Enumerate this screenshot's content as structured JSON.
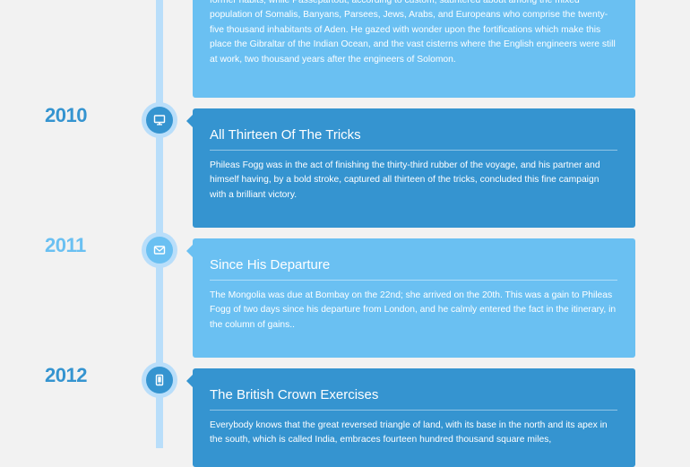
{
  "timeline": {
    "top_entry": {
      "body": "former habits; while Passepartout, according to custom, sauntered about among the mixed population of Somalis, Banyans, Parsees, Jews, Arabs, and Europeans who comprise the twenty-five thousand inhabitants of Aden. He gazed with wonder upon the fortifications which make this place the Gibraltar of the Indian Ocean, and the vast cisterns where the English engineers were still at work, two thousand years after the engineers of Solomon."
    },
    "entries": [
      {
        "year": "2010",
        "icon": "monitor-icon",
        "title": "All Thirteen Of The Tricks",
        "body": "Phileas Fogg was in the act of finishing the thirty-third rubber of the voyage, and his partner and himself having, by a bold stroke, captured all thirteen of the tricks, concluded this fine campaign with a brilliant victory."
      },
      {
        "year": "2011",
        "icon": "envelope-icon",
        "title": "Since His Departure",
        "body": "The Mongolia was due at Bombay on the 22nd; she arrived on the 20th. This was a gain to Phileas Fogg of two days since his departure from London, and he calmly entered the fact in the itinerary, in the column of gains.."
      },
      {
        "year": "2012",
        "icon": "tablet-icon",
        "title": "The British Crown Exercises",
        "body": "Everybody knows that the great reversed triangle of land, with its base in the north and its apex in the south, which is called India, embraces fourteen hundred thousand square miles,"
      }
    ]
  },
  "colors": {
    "light_card": "#6ac0f2",
    "dark_card": "#3594d0",
    "spine": "#b9defa",
    "year_dark": "#3594d0",
    "year_light": "#6ac0f2",
    "background": "#f2f2f2"
  }
}
